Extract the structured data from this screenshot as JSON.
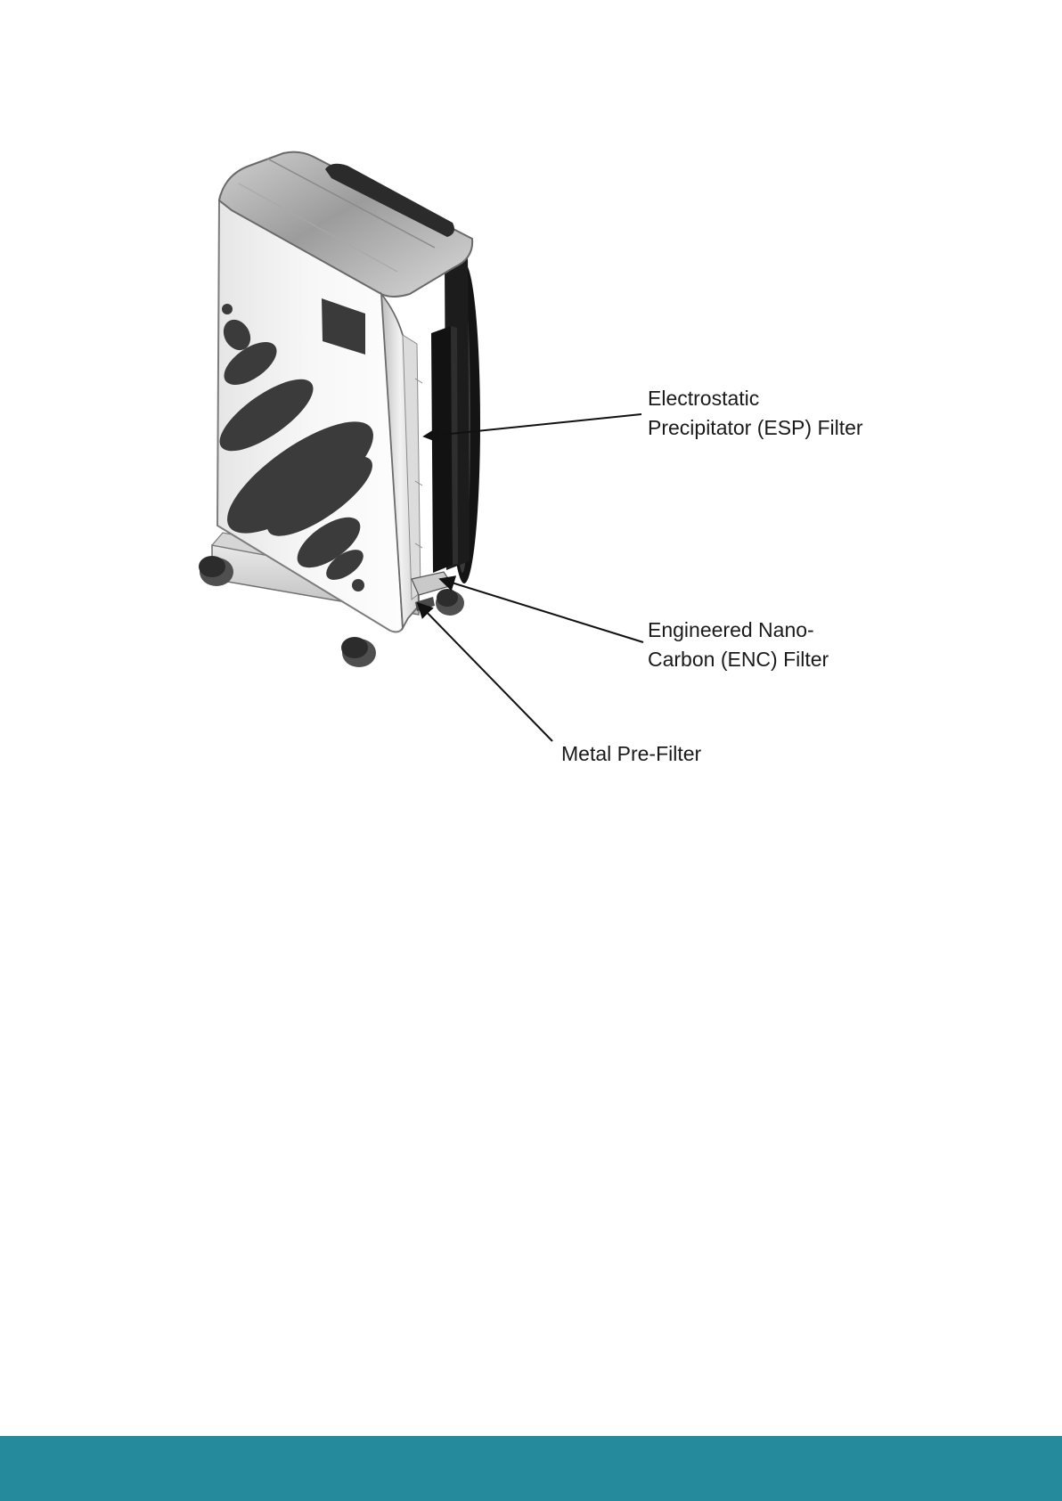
{
  "diagram": {
    "labels": {
      "esp": [
        "Electrostatic",
        "Precipitator (ESP) Filter"
      ],
      "enc": [
        "Engineered Nano-",
        "Carbon (ENC) Filter"
      ],
      "metal": "Metal Pre-Filter"
    }
  },
  "footer": {
    "color": "#248a9c"
  }
}
